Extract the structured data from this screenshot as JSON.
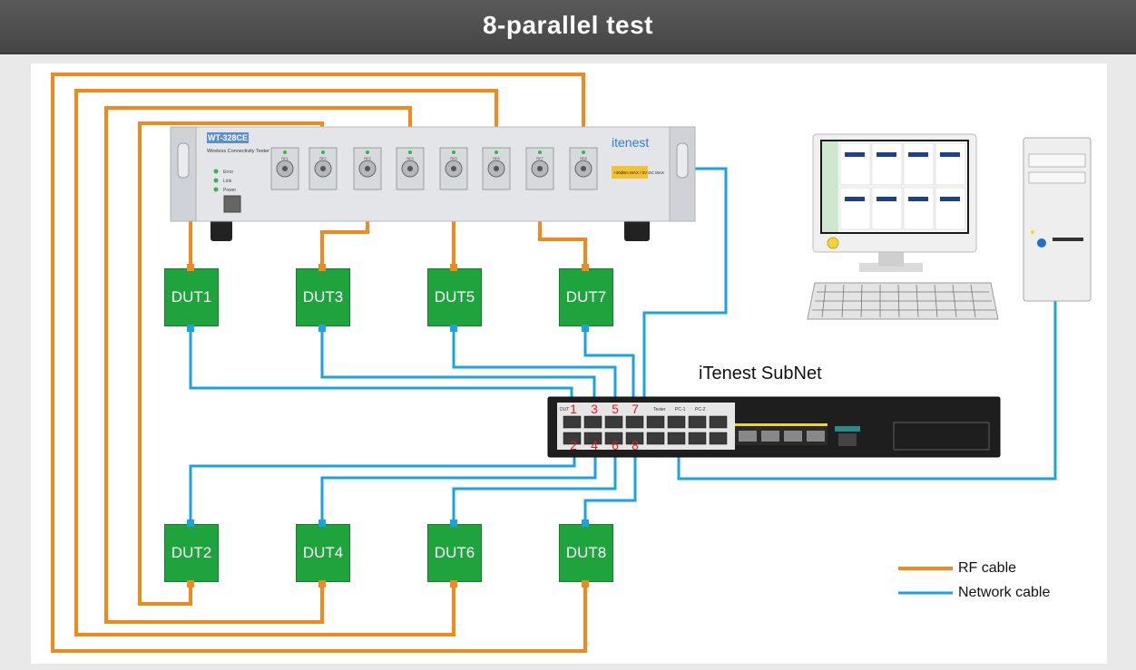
{
  "title": "8-parallel test",
  "tester": {
    "model": "WT-328CE",
    "subtitle": "Wireless Connectivity Tester",
    "brand": "itenest",
    "leds": [
      "Error",
      "Link",
      "Power"
    ],
    "port_labels": [
      "RF1",
      "RF2",
      "RF3",
      "RF4",
      "RF5",
      "RF6",
      "RF7",
      "RF8"
    ],
    "warning": "+30dBm MAX / 0V DC MAX"
  },
  "duts": [
    "DUT1",
    "DUT2",
    "DUT3",
    "DUT4",
    "DUT5",
    "DUT6",
    "DUT7",
    "DUT8"
  ],
  "switch": {
    "label": "iTenest SubNet",
    "port_numbers_top": [
      "1",
      "3",
      "5",
      "7"
    ],
    "port_numbers_bottom": [
      "2",
      "4",
      "6",
      "8"
    ],
    "group_labels": [
      "DUT",
      "Tester",
      "PC-1",
      "PC-2"
    ]
  },
  "legend": {
    "rf": {
      "label": "RF cable",
      "color": "#f08a1e"
    },
    "net": {
      "label": "Network cable",
      "color": "#1aa3df"
    }
  },
  "colors": {
    "dut_green": "#1fa33c",
    "header_bg": "#4d4d4d"
  }
}
